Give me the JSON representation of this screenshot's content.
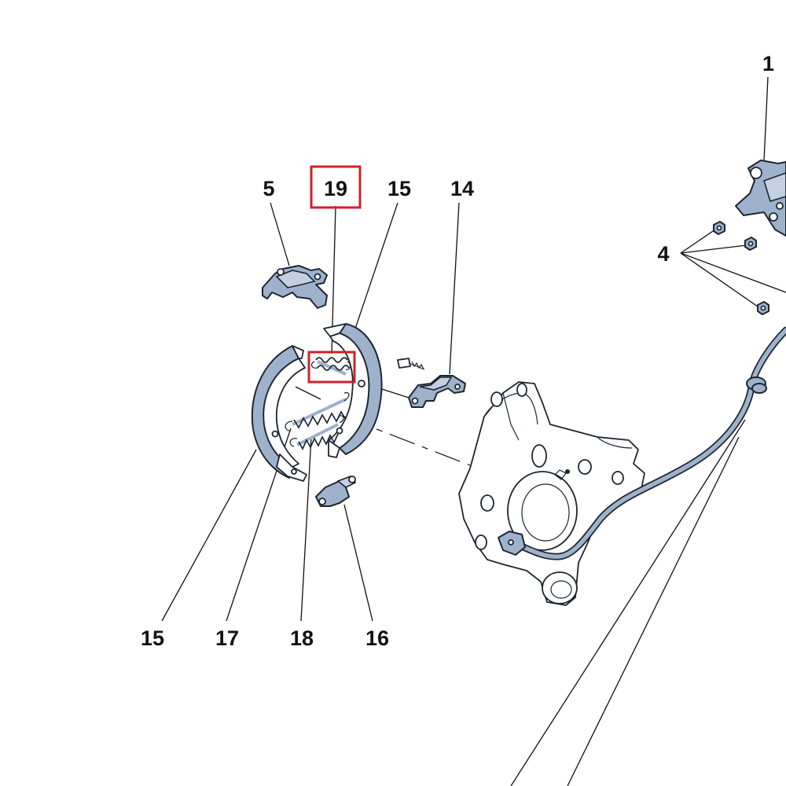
{
  "colors": {
    "highlight": "#d0202e",
    "part_fill": "#9fb2cc",
    "part_light": "#c3d0e2",
    "text": "#111111"
  },
  "callouts": {
    "c1": "1",
    "c4": "4",
    "c5": "5",
    "c19": "19",
    "c15_top": "15",
    "c14": "14",
    "c15_bottom": "15",
    "c17": "17",
    "c18": "18",
    "c16": "16"
  },
  "highlighted_callout": "19"
}
